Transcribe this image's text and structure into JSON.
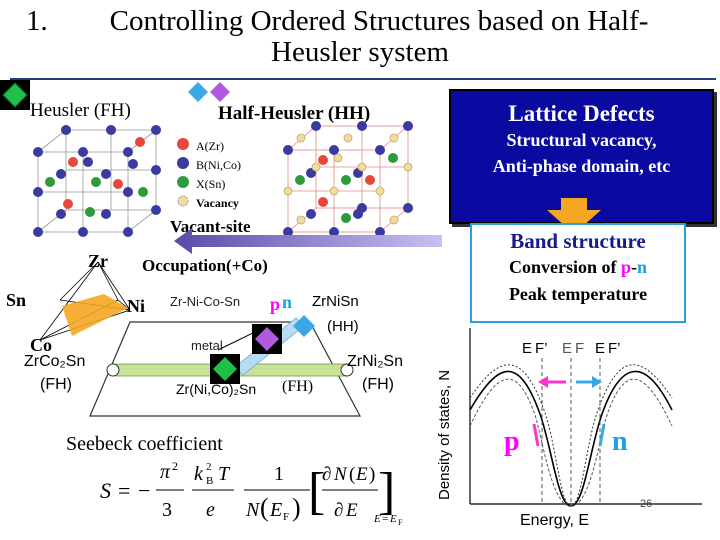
{
  "title": {
    "number": "1.",
    "line1": "Controlling Ordered Structures based on Half-",
    "line2": "Heusler system"
  },
  "structures": {
    "fh_label": "Heusler (FH)",
    "hh_label": "Half-Heusler (HH)",
    "legend": [
      {
        "label": "A(Zr)",
        "color": "#e8483c"
      },
      {
        "label": "B(Ni,Co)",
        "color": "#3a3aa0"
      },
      {
        "label": "X(Sn)",
        "color": "#2e9a3c"
      },
      {
        "label": "Vacancy",
        "color": "#f0dca0"
      }
    ],
    "arrow_line1": "Vacant-site",
    "arrow_line2": "Occupation(+Co)"
  },
  "defects": {
    "heading": "Lattice Defects",
    "line1": "Structural vacancy,",
    "line2": "Anti-phase domain, etc"
  },
  "band": {
    "heading": "Band structure",
    "line1_prefix": "Conversion of ",
    "p": "p",
    "dash": "-",
    "n": "n",
    "line2": "Peak temperature"
  },
  "phase": {
    "zr": "Zr",
    "sn": "Sn",
    "ni": "Ni",
    "co": "Co",
    "plane_label": "Zr-Ni-Co-Sn",
    "left_formula": "ZrCo₂Sn",
    "left_tag": "(FH)",
    "right_formula": "ZrNi₂Sn",
    "right_tag": "(FH)",
    "hh_formula": "ZrNiSn",
    "hh_tag": "(HH)",
    "mid_formula": "Zr(Ni,Co)₂Sn",
    "mid_tag": "(FH)",
    "metal": "metal",
    "p": "p",
    "n": "n"
  },
  "seebeck": {
    "label": "Seebeck coefficient"
  },
  "dos": {
    "ylabel": "Density of states, N",
    "xlabel": "Energy, E",
    "ef_left": "E F’",
    "ef_mid": "E F",
    "ef_right": "E F’",
    "p": "p",
    "n": "n"
  },
  "page_number": "26",
  "colors": {
    "p": "#ff00ff",
    "n": "#1aa3e0",
    "defect_box": "#0a0aa0",
    "arrow": "#f5a623"
  }
}
